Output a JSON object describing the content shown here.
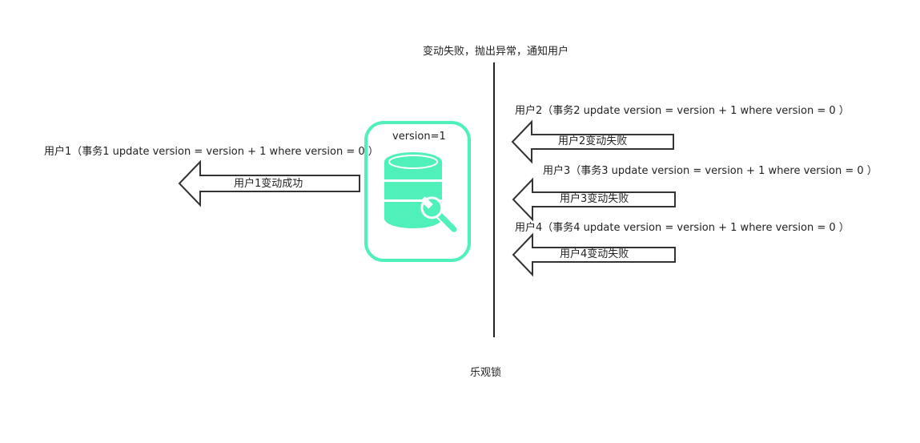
{
  "top_note": "变动失败，抛出异常，通知用户",
  "db": {
    "label": "version=1",
    "icon": "database-wrench-icon",
    "accent_color": "#4ff0b9"
  },
  "user1": {
    "statement": "用户1（事务1 update version = version + 1 where version = 0 ）",
    "arrow_label": "用户1变动成功"
  },
  "user2": {
    "statement": "用户2（事务2 update version = version + 1 where version = 0 ）",
    "arrow_label": "用户2变动失败"
  },
  "user3": {
    "statement": "用户3（事务3 update version = version + 1 where version = 0 ）",
    "arrow_label": "用户3变动失败"
  },
  "user4": {
    "statement": "用户4（事务4 update version = version + 1 where version = 0 ）",
    "arrow_label": "用户4变动失败"
  },
  "caption": "乐观锁"
}
